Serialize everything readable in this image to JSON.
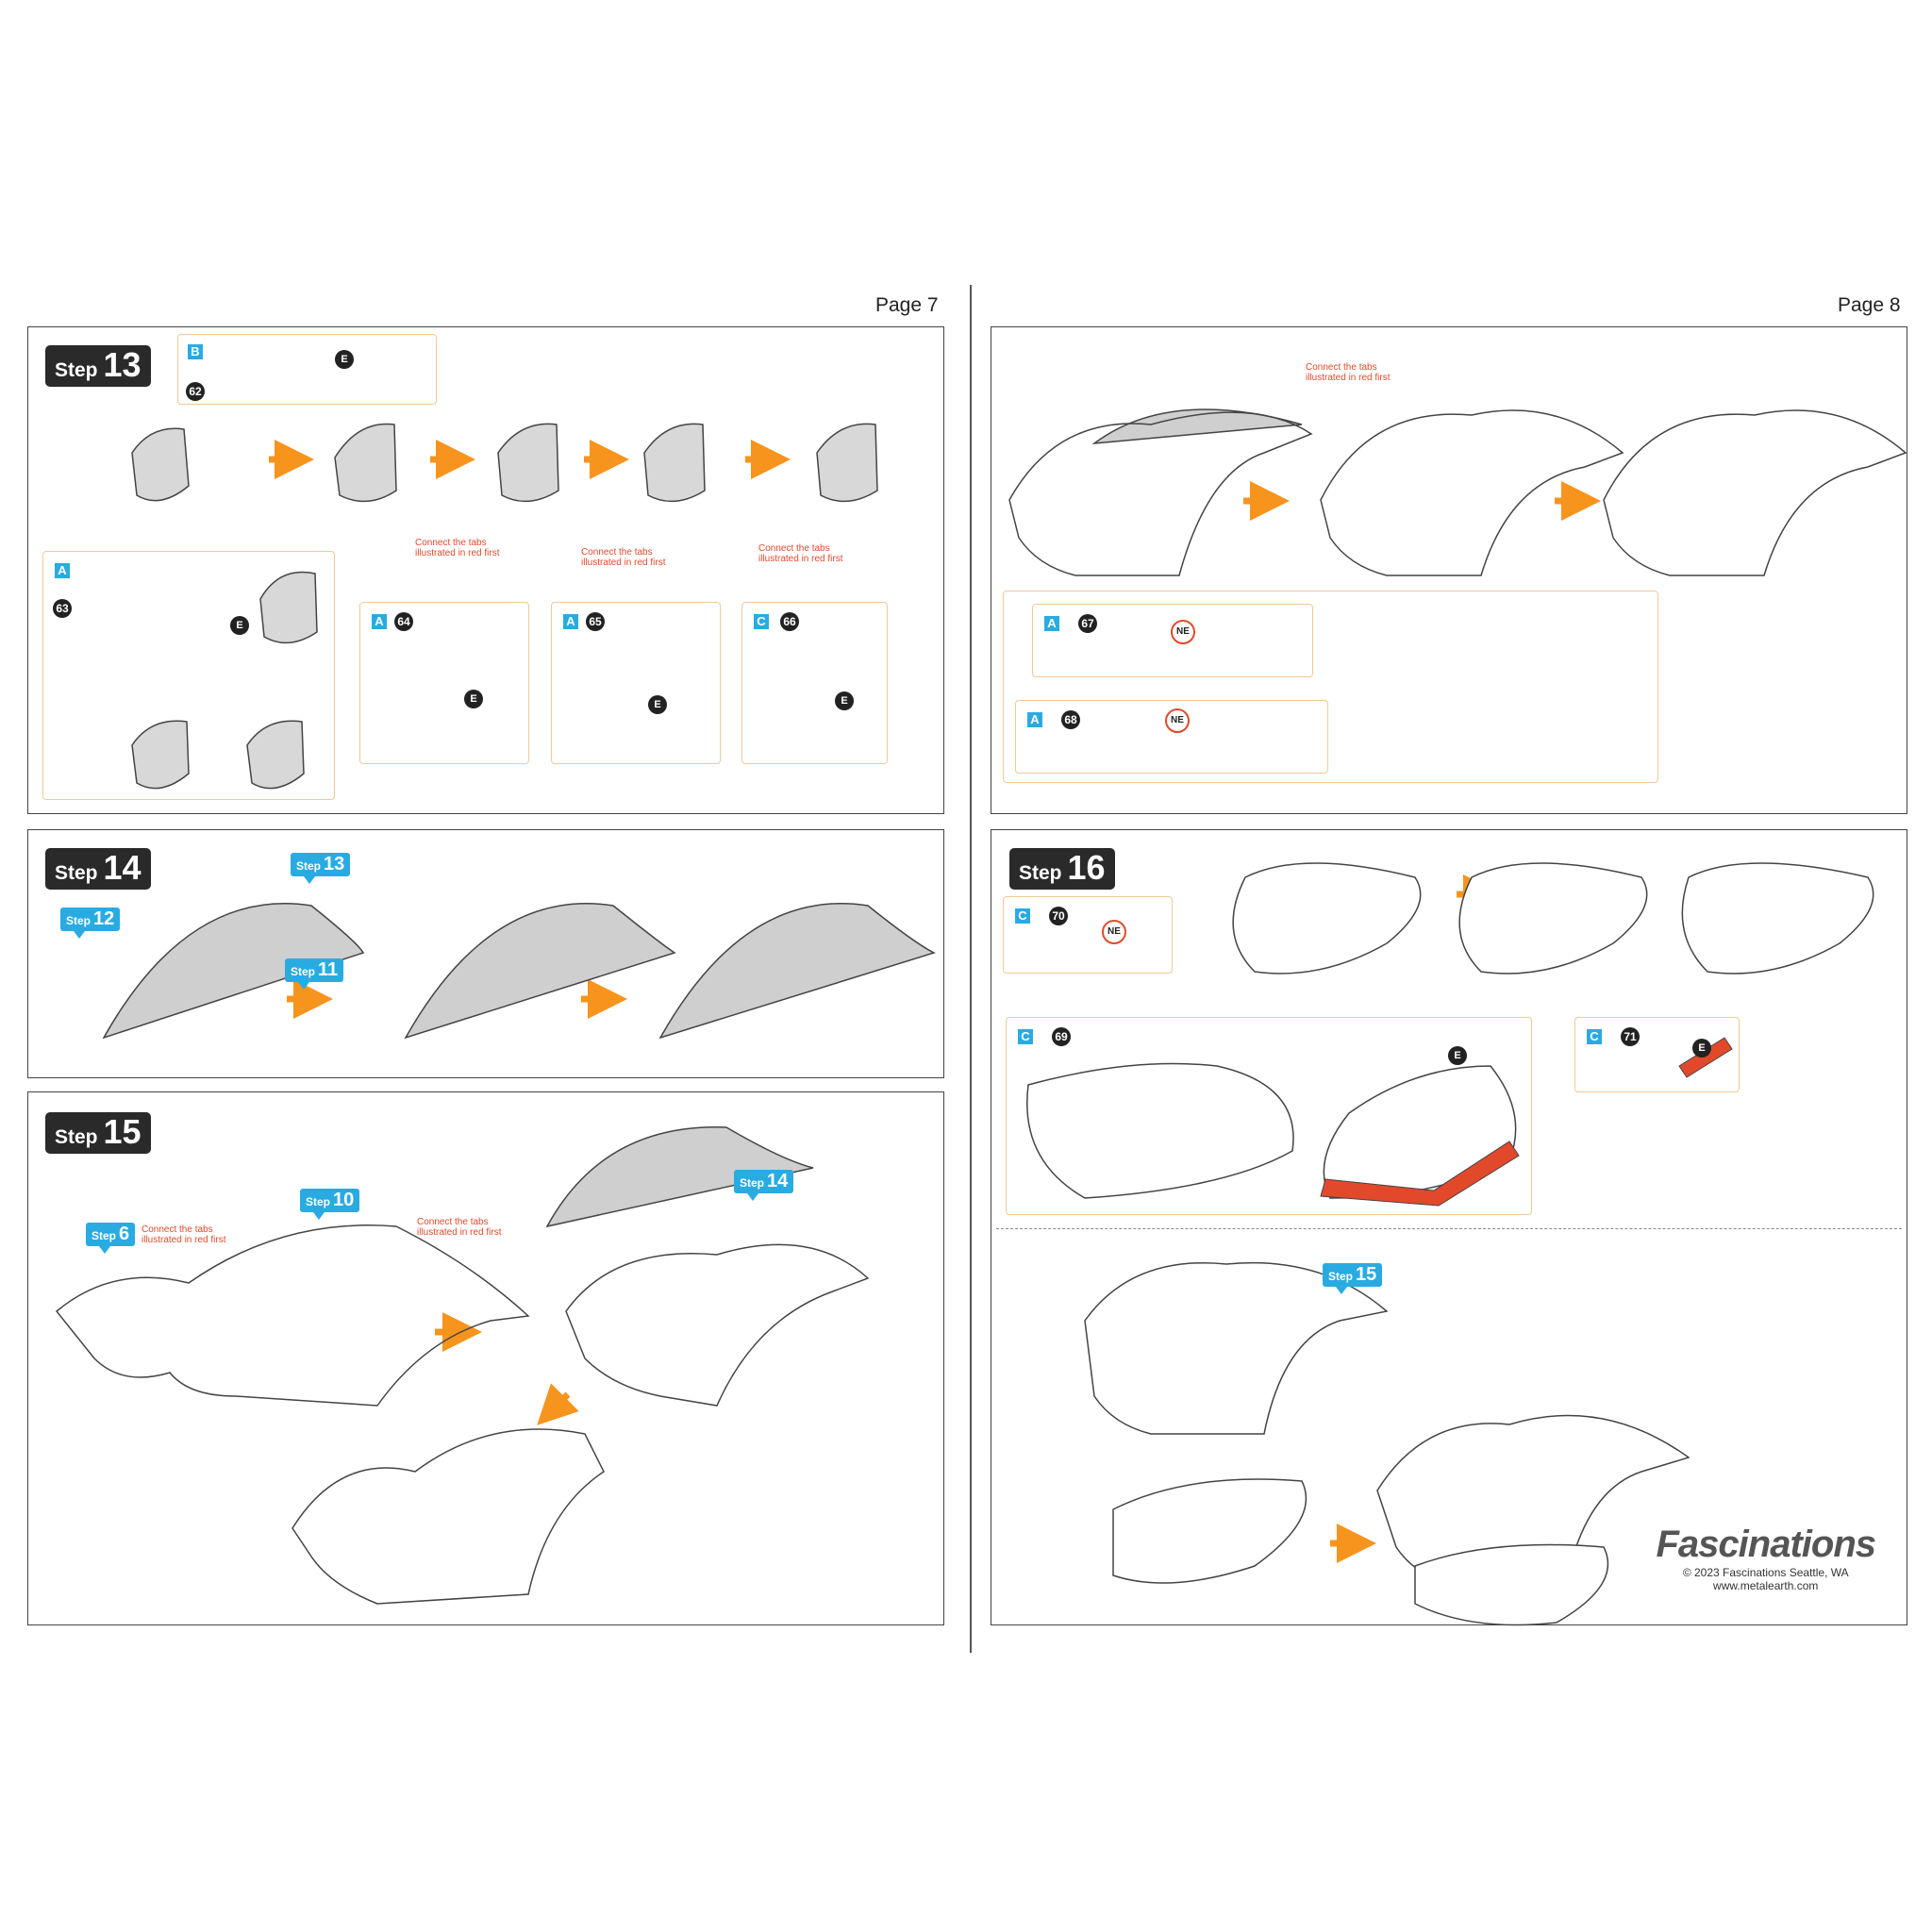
{
  "pages": {
    "left": "Page 7",
    "right": "Page 8"
  },
  "step_word": "Step",
  "steps": {
    "s13": "13",
    "s14": "14",
    "s15": "15",
    "s16": "16"
  },
  "refs": {
    "r12": "12",
    "r13": "13",
    "r11": "11",
    "r6": "6",
    "r10": "10",
    "r14": "14",
    "r15": "15"
  },
  "note": "Connect the tabs illustrated in red first",
  "parts": [
    {
      "sheet": "B",
      "num": "62"
    },
    {
      "sheet": "A",
      "num": "63"
    },
    {
      "sheet": "A",
      "num": "64"
    },
    {
      "sheet": "A",
      "num": "65"
    },
    {
      "sheet": "C",
      "num": "66"
    },
    {
      "sheet": "A",
      "num": "67"
    },
    {
      "sheet": "A",
      "num": "68"
    },
    {
      "sheet": "C",
      "num": "70"
    },
    {
      "sheet": "C",
      "num": "69"
    },
    {
      "sheet": "C",
      "num": "71"
    }
  ],
  "tools": {
    "e": "E",
    "ne": "NE"
  },
  "brand": {
    "logo": "Fascinations",
    "copyright": "© 2023 Fascinations Seattle, WA",
    "website": "www.metalearth.com"
  },
  "colors": {
    "accent_blue": "#29abe2",
    "arrow_orange": "#f7941d",
    "tab_red": "#e2492b",
    "box_border": "#f0c99a"
  }
}
